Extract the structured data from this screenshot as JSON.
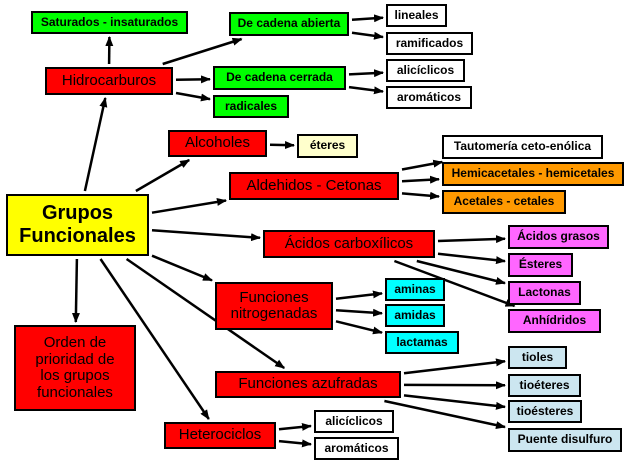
{
  "diagram": {
    "nodes": {
      "saturados": "Saturados - insaturados",
      "hidrocarburos": "Hidrocarburos",
      "cadena_abierta": "De cadena abierta",
      "cadena_cerrada": "De cadena cerrada",
      "radicales": "radicales",
      "lineales": "lineales",
      "ramificados": "ramificados",
      "aliciclicos_1": "alicíclicos",
      "aromaticos_1": "aromáticos",
      "alcoholes": "Alcoholes",
      "eteres": "éteres",
      "aldehidos": "Aldehidos - Cetonas",
      "tautomeria": "Tautomería ceto-enólica",
      "hemicetales": "Hemicacetales - hemicetales",
      "acetales": "Acetales - cetales",
      "grupos_funcionales": [
        "Grupos",
        "Funcionales"
      ],
      "acidos_carboxilicos": "Ácidos carboxílicos",
      "acidos_grasos": "Ácidos grasos",
      "esteres": "Ésteres",
      "lactonas": "Lactonas",
      "anhidridos": "Anhídridos",
      "funciones_nitrogenadas": [
        "Funciones",
        "nitrogenadas"
      ],
      "aminas": "aminas",
      "amidas": "amidas",
      "lactamas": "lactamas",
      "orden_prioridad": [
        "Orden de",
        "prioridad de",
        "los grupos",
        "funcionales"
      ],
      "funciones_azufradas": "Funciones azufradas",
      "tioles": "tioles",
      "tioeteres": "tioéteres",
      "tioesteres": "tioésteres",
      "puente_disulfuro": "Puente disulfuro",
      "heterociclos": "Heterociclos",
      "aliciclicos_2": "alicíclicos",
      "aromaticos_2": "aromáticos"
    },
    "edges": [
      [
        "grupos_funcionales",
        "hidrocarburos"
      ],
      [
        "grupos_funcionales",
        "alcoholes"
      ],
      [
        "grupos_funcionales",
        "aldehidos"
      ],
      [
        "grupos_funcionales",
        "acidos_carboxilicos"
      ],
      [
        "grupos_funcionales",
        "funciones_nitrogenadas"
      ],
      [
        "grupos_funcionales",
        "funciones_azufradas"
      ],
      [
        "grupos_funcionales",
        "heterociclos"
      ],
      [
        "grupos_funcionales",
        "orden_prioridad"
      ],
      [
        "hidrocarburos",
        "saturados"
      ],
      [
        "hidrocarburos",
        "cadena_abierta"
      ],
      [
        "hidrocarburos",
        "cadena_cerrada"
      ],
      [
        "hidrocarburos",
        "radicales"
      ],
      [
        "cadena_abierta",
        "lineales"
      ],
      [
        "cadena_abierta",
        "ramificados"
      ],
      [
        "cadena_cerrada",
        "aliciclicos_1"
      ],
      [
        "cadena_cerrada",
        "aromaticos_1"
      ],
      [
        "alcoholes",
        "eteres"
      ],
      [
        "aldehidos",
        "tautomeria"
      ],
      [
        "aldehidos",
        "hemicetales"
      ],
      [
        "aldehidos",
        "acetales"
      ],
      [
        "acidos_carboxilicos",
        "acidos_grasos"
      ],
      [
        "acidos_carboxilicos",
        "esteres"
      ],
      [
        "acidos_carboxilicos",
        "lactonas"
      ],
      [
        "acidos_carboxilicos",
        "anhidridos"
      ],
      [
        "funciones_nitrogenadas",
        "aminas"
      ],
      [
        "funciones_nitrogenadas",
        "amidas"
      ],
      [
        "funciones_nitrogenadas",
        "lactamas"
      ],
      [
        "funciones_azufradas",
        "tioles"
      ],
      [
        "funciones_azufradas",
        "tioeteres"
      ],
      [
        "funciones_azufradas",
        "tioesteres"
      ],
      [
        "funciones_azufradas",
        "puente_disulfuro"
      ],
      [
        "heterociclos",
        "aliciclicos_2"
      ],
      [
        "heterociclos",
        "aromaticos_2"
      ]
    ]
  },
  "colors": {
    "green": "#00ff00",
    "red": "#ff0000",
    "yellow": "#ffff00",
    "orange": "#ff9900",
    "pink": "#ff66ff",
    "cyan": "#00ffff",
    "light_blue": "#cce6f0",
    "cream": "#ffffcc",
    "white": "#ffffff",
    "border": "#000000"
  }
}
